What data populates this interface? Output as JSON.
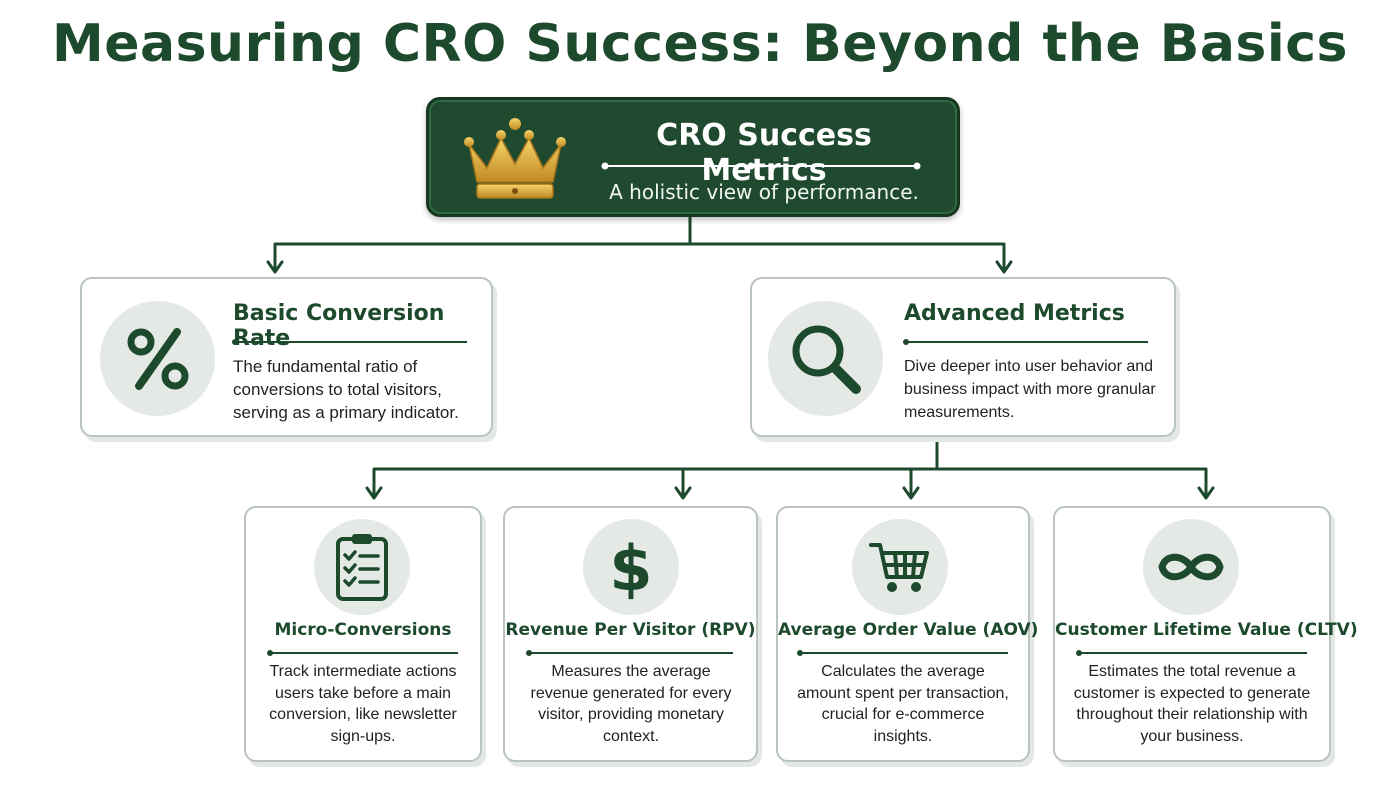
{
  "title": "Measuring CRO Success: Beyond the Basics",
  "root": {
    "title": "CRO Success Metrics",
    "subtitle": "A holistic view of performance.",
    "icon": "crown-icon"
  },
  "level1": [
    {
      "title": "Basic Conversion Rate",
      "description": "The fundamental ratio of conversions to total visitors, serving as a primary indicator.",
      "icon": "percent-icon"
    },
    {
      "title": "Advanced Metrics",
      "description": "Dive deeper into user behavior and business impact with more granular measurements.",
      "icon": "magnifier-icon"
    }
  ],
  "level2": [
    {
      "title": "Micro-Conversions",
      "description": "Track intermediate actions users take before a main conversion, like newsletter sign-ups.",
      "icon": "clipboard-checklist-icon"
    },
    {
      "title": "Revenue Per Visitor (RPV)",
      "description": "Measures the average revenue generated for every visitor, providing monetary context.",
      "icon": "dollar-icon"
    },
    {
      "title": "Average Order Value (AOV)",
      "description": "Calculates the average amount spent per transaction, crucial for e-commerce insights.",
      "icon": "shopping-cart-icon"
    },
    {
      "title": "Customer Lifetime Value (CLTV)",
      "description": "Estimates the total revenue a customer is expected to generate throughout their relationship with your business.",
      "icon": "infinity-icon"
    }
  ],
  "colors": {
    "primary_green": "#1d4a2c",
    "root_fill": "#1f4a30",
    "icon_circle": "#e5e9e5",
    "card_border": "#b9c4bd",
    "crown_gold": "#d9a93a"
  }
}
